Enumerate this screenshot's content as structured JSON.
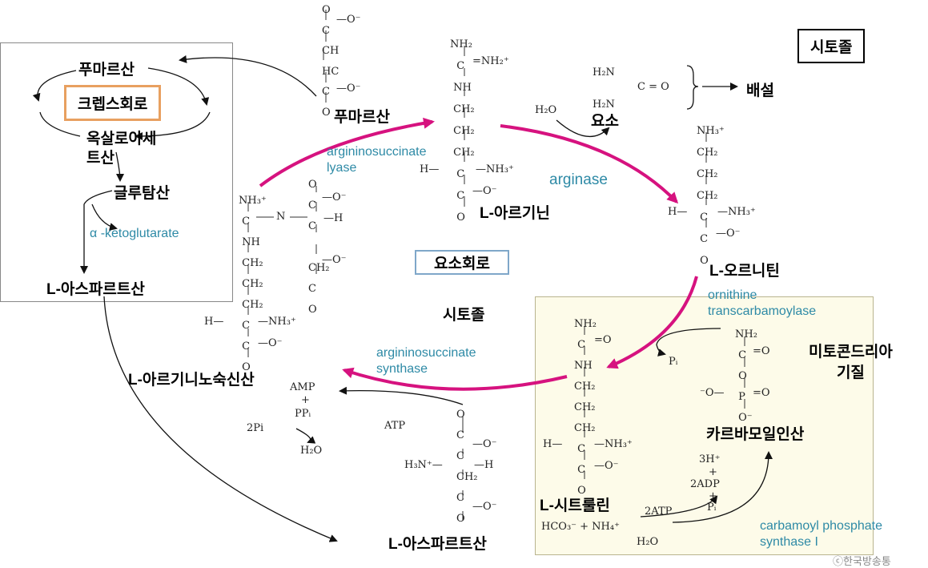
{
  "labels": {
    "cytosol_top": "시토졸",
    "cytosol_center": "시토졸",
    "urea_cycle": "요소회로",
    "fumarate_krebs": "푸마르산",
    "krebs_cycle": "크렙스회로",
    "oxaloacetate": "옥살로아세\n트산",
    "glutamate": "글루탐산",
    "aspartate_left": "L-아스파르트산",
    "fumarate": "푸마르산",
    "arginine": "L-아르기닌",
    "urea": "요소",
    "excretion": "배설",
    "ornithine": "L-오르니틴",
    "argininosuccinate": "L-아르기니노숙신산",
    "citrulline": "L-시트룰린",
    "aspartate_bottom": "L-아스파르트산",
    "carbamoyl_phosphate": "카르바모일인산",
    "mito_matrix": "미토콘드리아\n기질",
    "watermark": "ⓒ한국방송통"
  },
  "enzymes": {
    "ketoglutarate": "α -ketoglutarate",
    "asl": "argininosuccinate\nlyase",
    "arginase": "arginase",
    "otc": "ornithine\ntranscarbamoylase",
    "ass": "argininosuccinate\nsynthase",
    "cps": "carbamoyl phosphate\nsynthase I"
  },
  "chem": {
    "h2o_top": "H₂O",
    "amp": "AMP",
    "plus1": "+",
    "ppi": "PPᵢ",
    "two_pi": "2Pi",
    "h2o_mid": "H₂O",
    "atp": "ATP",
    "pi": "Pᵢ",
    "h3": "3H⁺",
    "plus2": "+",
    "adp": "2ADP",
    "plus3": "+",
    "pi2": "Pᵢ",
    "two_atp": "2ATP",
    "hco3": "HCO₃⁻ + NH₄⁺",
    "h2o_bottom": "H₂O"
  },
  "colors": {
    "cycle_arrow": "#d6127f",
    "enzyme_text": "#2e8aa6",
    "krebs_box": "#e8a060",
    "mito_bg": "#fdfbe9"
  }
}
